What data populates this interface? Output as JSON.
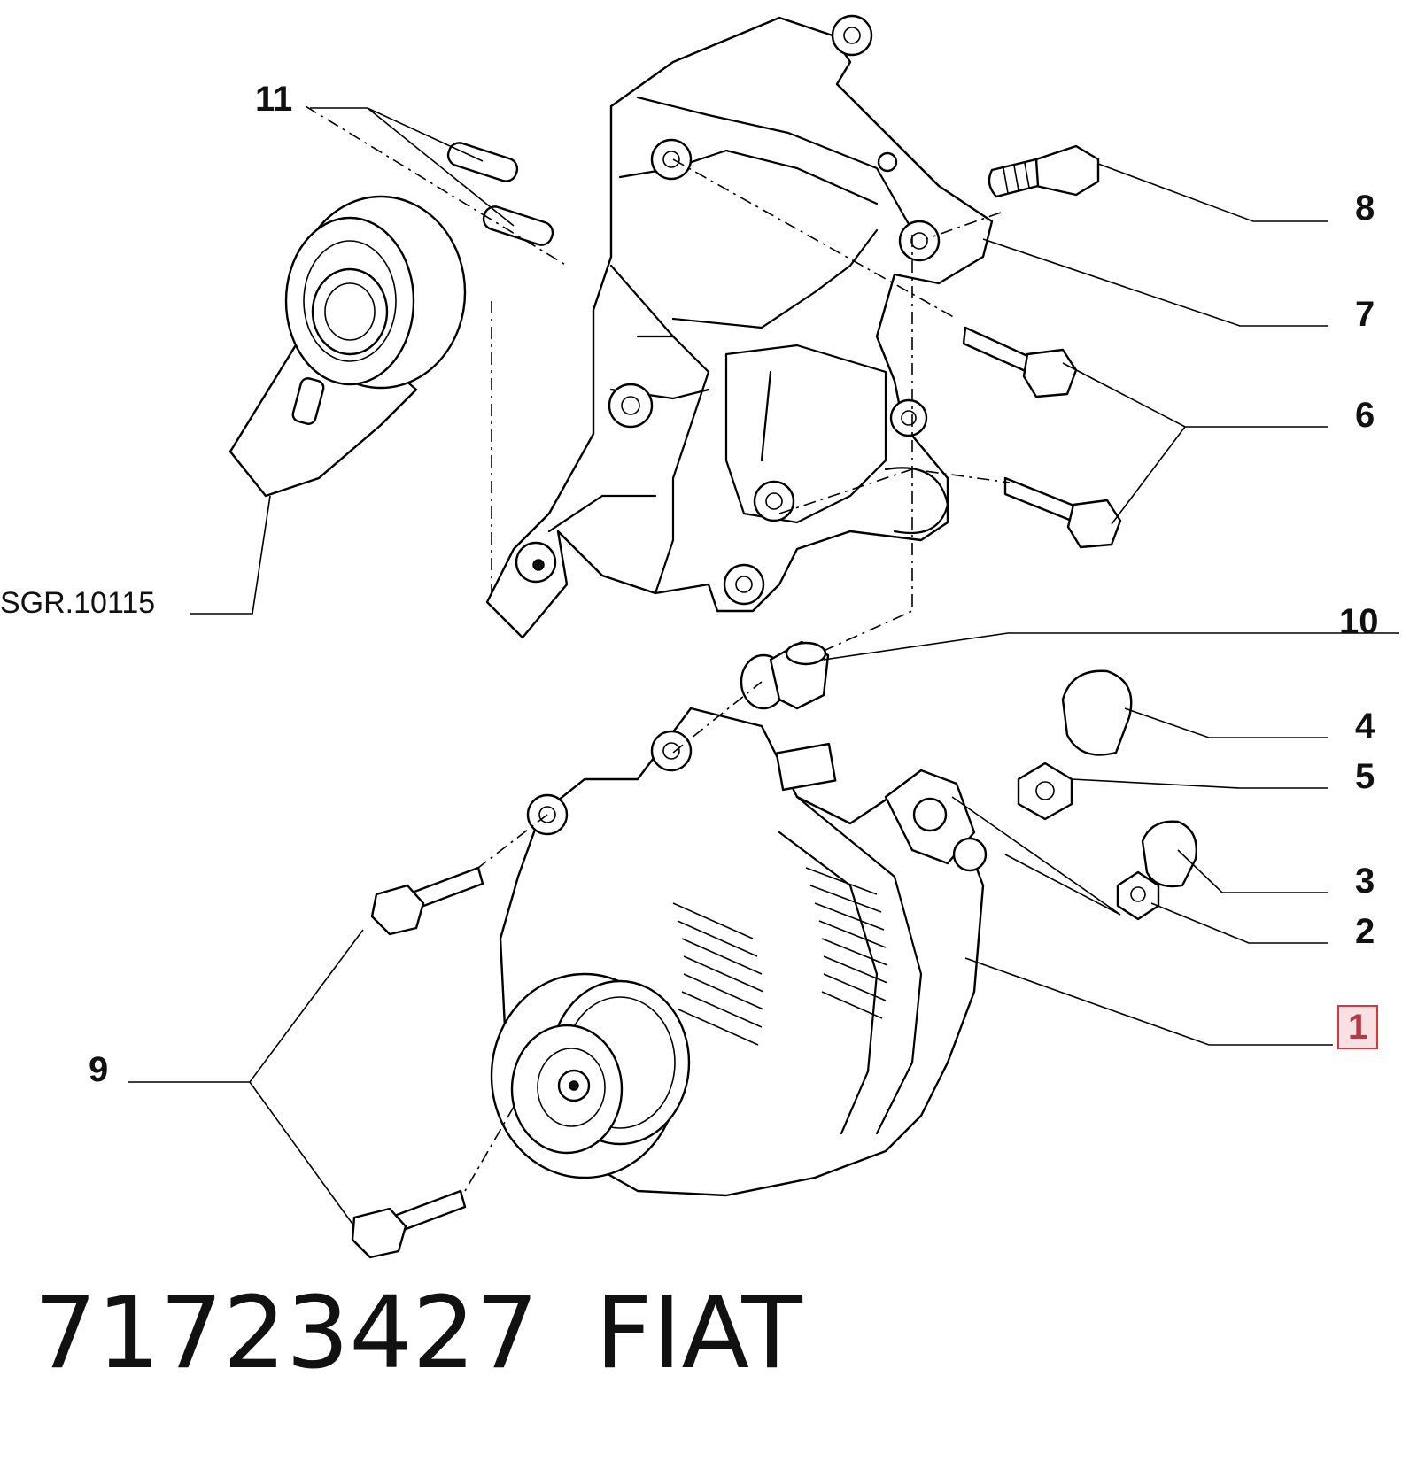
{
  "diagram": {
    "callouts": [
      {
        "id": "11",
        "label": "11"
      },
      {
        "id": "8",
        "label": "8"
      },
      {
        "id": "7",
        "label": "7"
      },
      {
        "id": "6",
        "label": "6"
      },
      {
        "id": "ref",
        "label": "SGR.10115"
      },
      {
        "id": "10",
        "label": "10"
      },
      {
        "id": "4",
        "label": "4"
      },
      {
        "id": "5",
        "label": "5"
      },
      {
        "id": "3",
        "label": "3"
      },
      {
        "id": "2",
        "label": "2"
      },
      {
        "id": "1",
        "label": "1",
        "highlighted": true
      },
      {
        "id": "9",
        "label": "9"
      }
    ],
    "highlight_color": "#d9363e"
  },
  "footer": {
    "part_number": "71723427",
    "brand": "FIAT"
  }
}
